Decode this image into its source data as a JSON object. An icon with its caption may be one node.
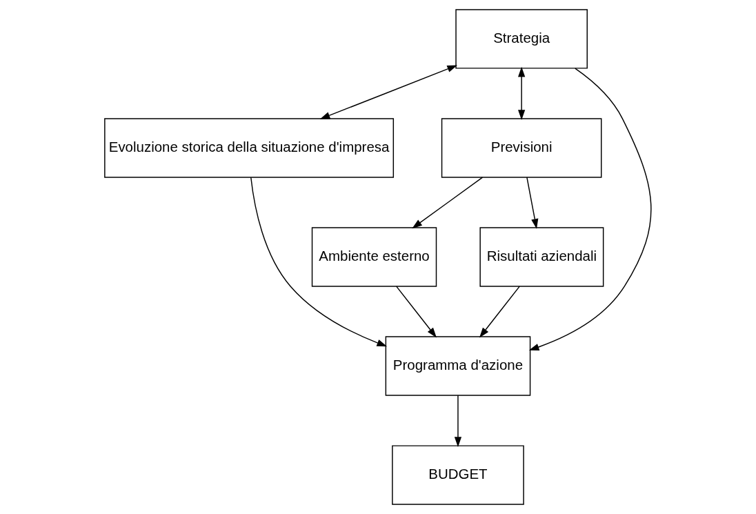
{
  "diagram": {
    "nodes": [
      {
        "text": [
          "Strategia"
        ]
      },
      {
        "text": [
          "Evoluzione storica della situazione d'impresa"
        ]
      },
      {
        "text": [
          "Previsioni"
        ]
      },
      {
        "text": [
          "Ambiente esterno"
        ]
      },
      {
        "text": [
          "Risultati aziendali"
        ]
      },
      {
        "text": [
          "Programma d'azione"
        ]
      },
      {
        "text": [
          "BUDGET"
        ]
      }
    ],
    "edges": [
      {
        "from": 0,
        "to": 1,
        "arrow": "both"
      },
      {
        "from": 0,
        "to": 2,
        "arrow": "both"
      },
      {
        "from": 0,
        "to": 5,
        "arrow": "to"
      },
      {
        "from": 1,
        "to": 5,
        "arrow": "to"
      },
      {
        "from": 2,
        "to": 3,
        "arrow": "to"
      },
      {
        "from": 2,
        "to": 4,
        "arrow": "to"
      },
      {
        "from": 3,
        "to": 5,
        "arrow": "to"
      },
      {
        "from": 4,
        "to": 5,
        "arrow": "to"
      },
      {
        "from": 5,
        "to": 6,
        "arrow": "to"
      }
    ]
  }
}
